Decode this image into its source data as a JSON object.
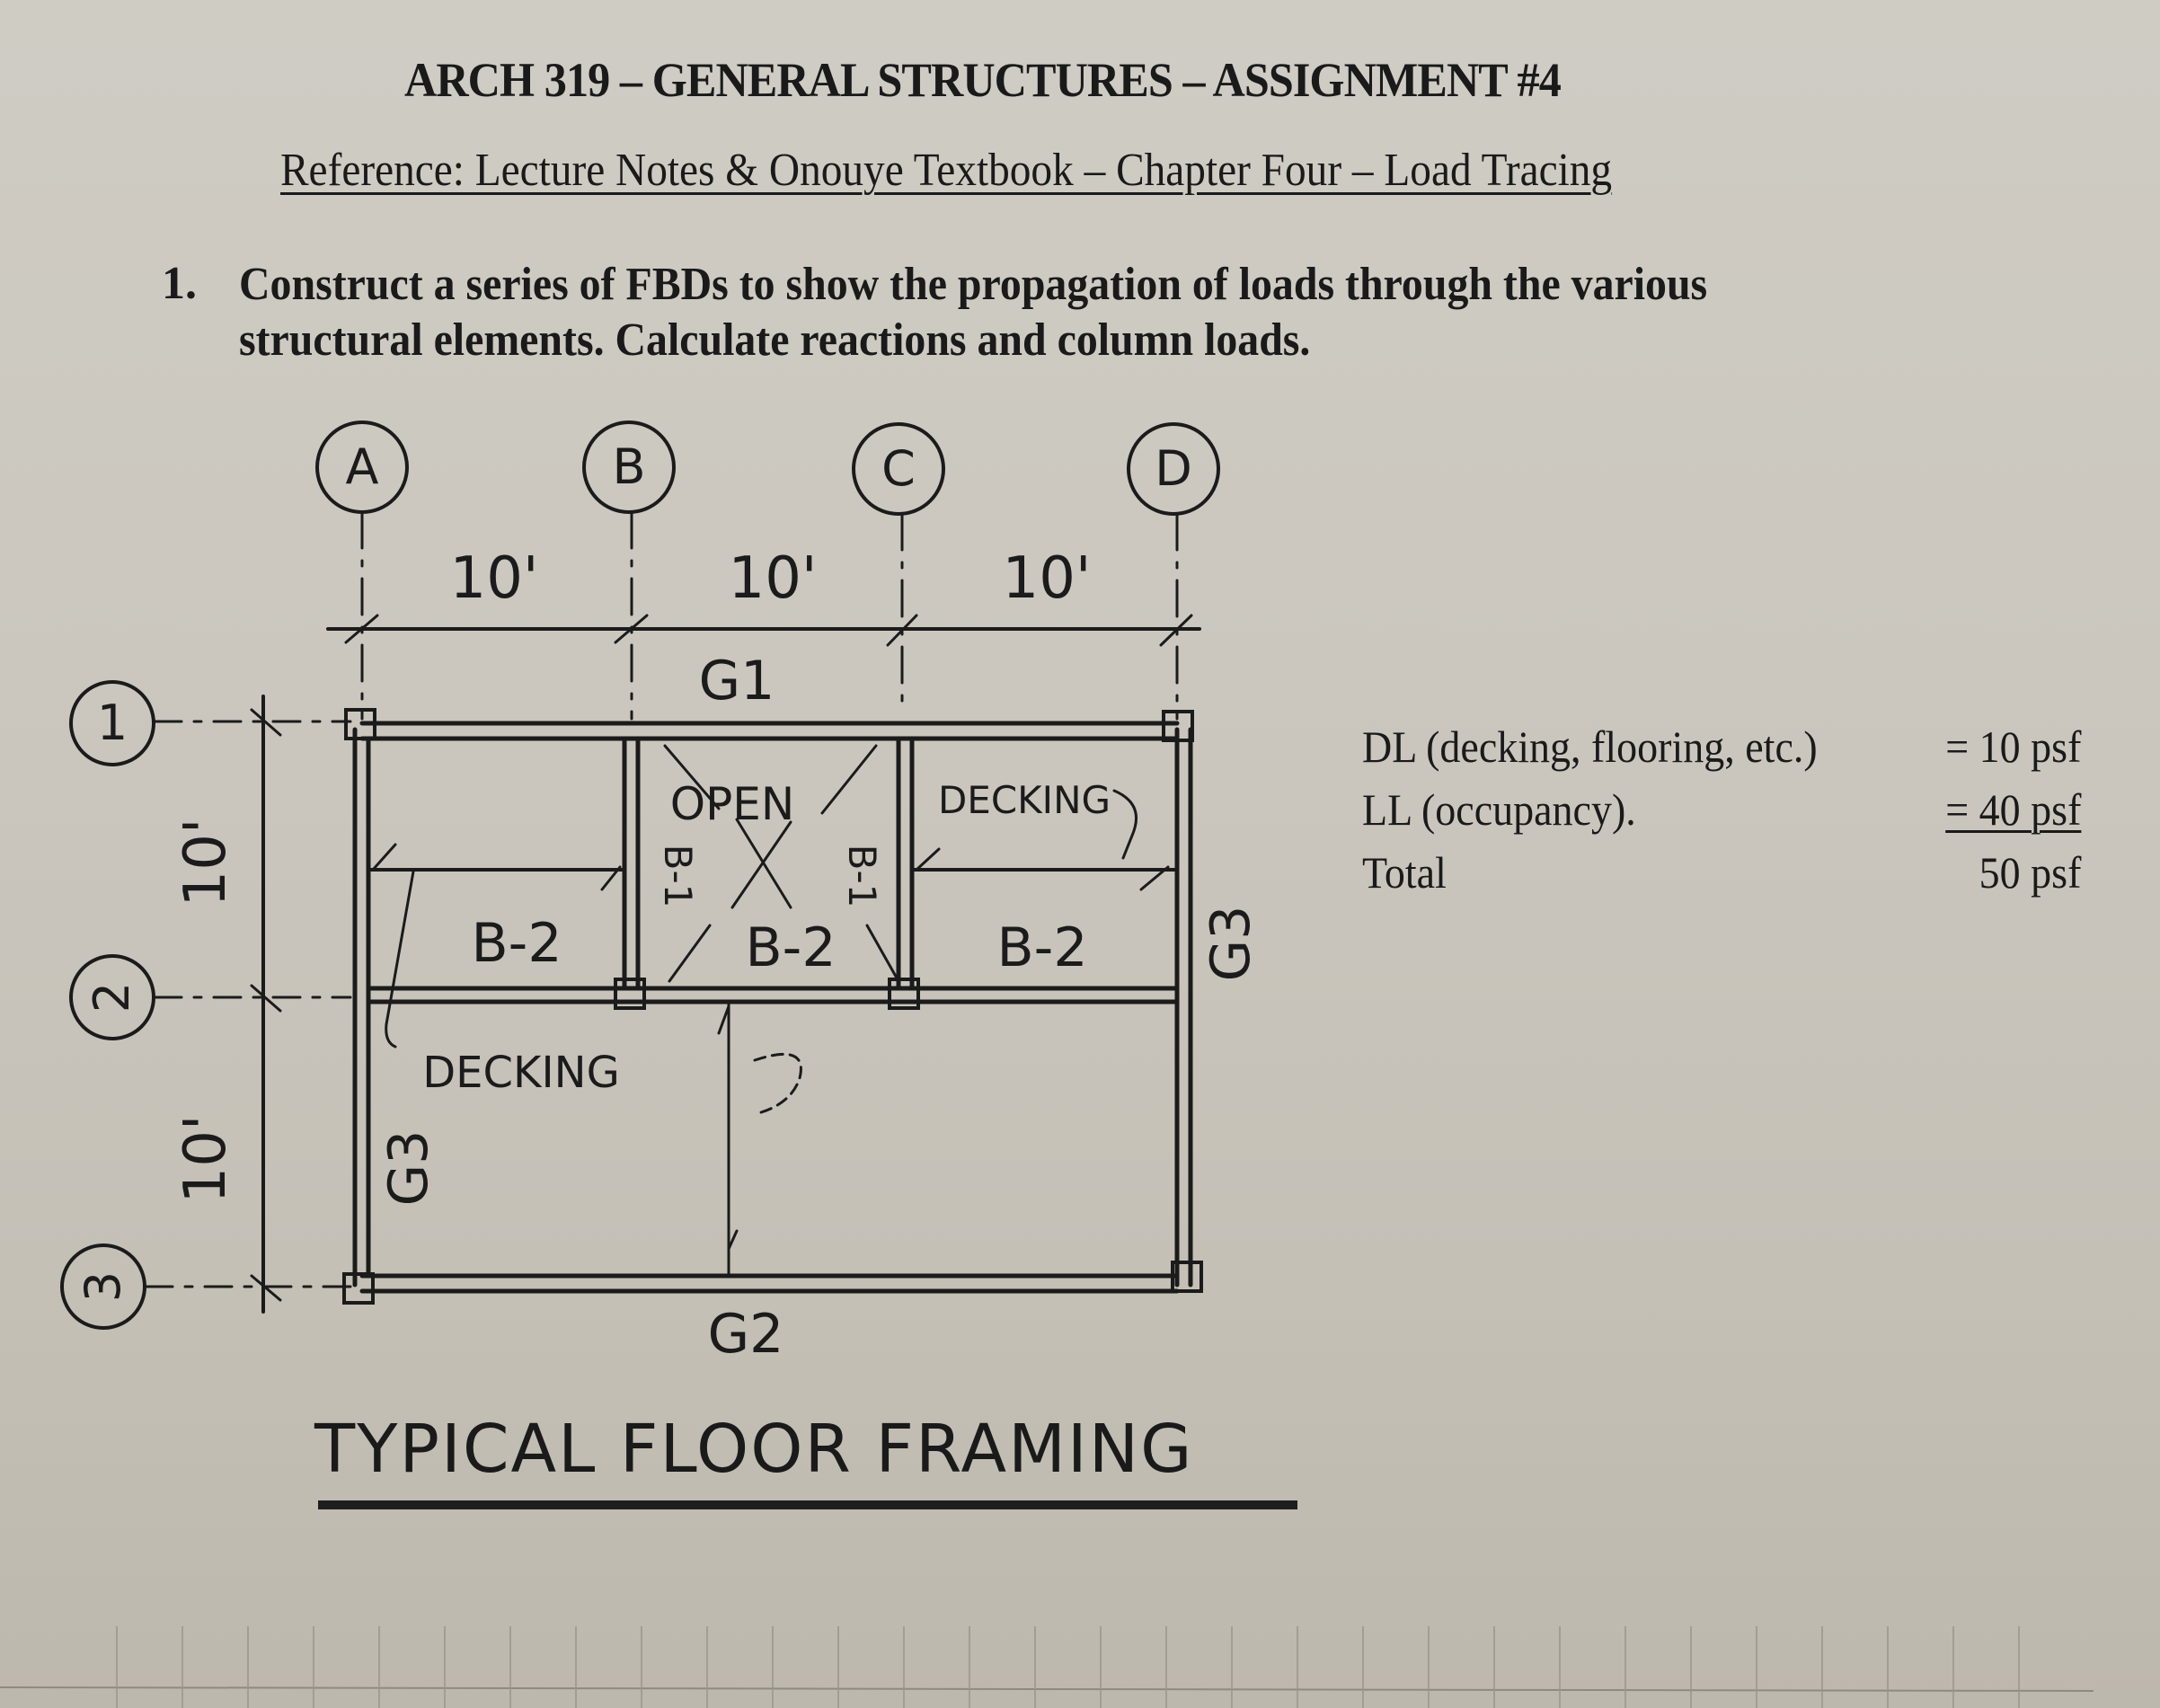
{
  "header": {
    "title": "ARCH 319 – GENERAL STRUCTURES – ASSIGNMENT #4",
    "reference": "Reference: Lecture Notes & Onouye Textbook – Chapter Four – Load Tracing"
  },
  "question": {
    "number": "1.",
    "text": "Construct a series of FBDs to show the propagation of loads through the various structural elements. Calculate reactions and column loads."
  },
  "loads": {
    "rows": [
      {
        "label": "DL (decking, flooring, etc.)",
        "value": "= 10 psf"
      },
      {
        "label": "LL (occupancy).",
        "value": "= 40 psf"
      },
      {
        "label": "Total",
        "value": "50 psf"
      }
    ]
  },
  "drawing": {
    "column_grid": [
      "A",
      "B",
      "C",
      "D"
    ],
    "row_grid": [
      "1",
      "2",
      "3"
    ],
    "column_spacing": [
      "10'",
      "10'",
      "10'"
    ],
    "row_spacing": [
      "10'",
      "10'"
    ],
    "girders": {
      "top": "G1",
      "bottom": "G2",
      "left": "G3",
      "right": "G3"
    },
    "beams": [
      "B-2",
      "B-2",
      "B-2"
    ],
    "opening_beams": [
      "B-1",
      "B-1"
    ],
    "labels": {
      "opening": "OPEN",
      "decking_top": "DECKING",
      "decking_bottom": "DECKING"
    },
    "caption": "TYPICAL FLOOR FRAMING"
  }
}
